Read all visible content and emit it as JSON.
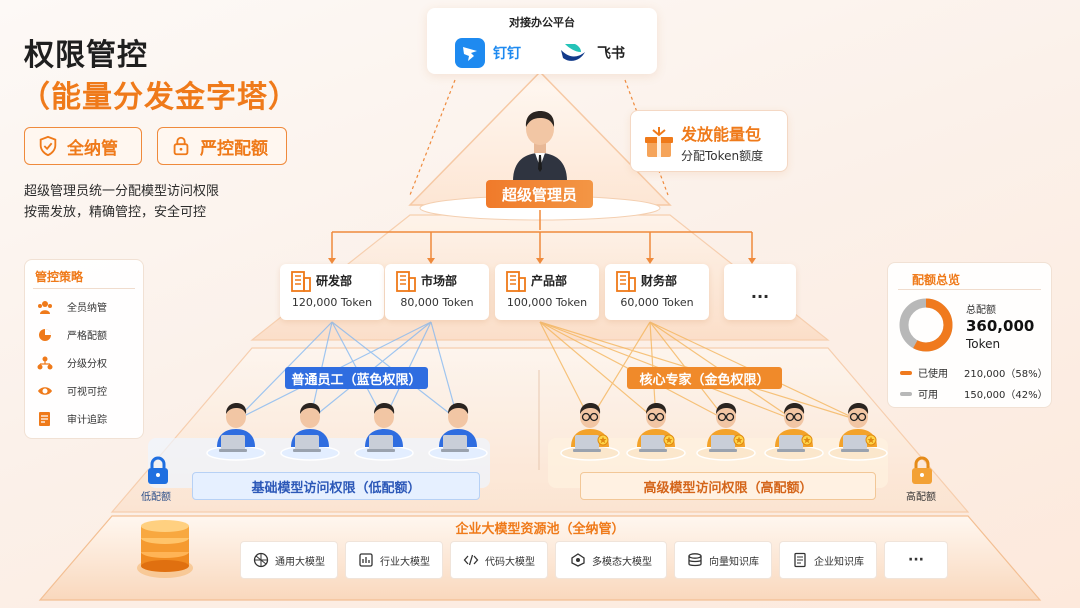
{
  "header": {
    "title": "权限管控",
    "subtitle": "（能量分发金字塔）",
    "tags": [
      "全纳管",
      "严控配额"
    ],
    "desc_lines": [
      "超级管理员统一分配模型访问权限",
      "按需发放，精确管控，安全可控"
    ]
  },
  "platform": {
    "title": "对接办公平台",
    "items": [
      {
        "label": "钉钉",
        "icon": "dingtalk-icon"
      },
      {
        "label": "飞书",
        "icon": "feishu-icon"
      }
    ]
  },
  "admin": {
    "label": "超级管理员",
    "energy_title": "发放能量包",
    "energy_sub": "分配Token额度"
  },
  "departments": [
    {
      "name": "研发部",
      "value": "120,000",
      "unit": "Token"
    },
    {
      "name": "市场部",
      "value": "80,000",
      "unit": "Token"
    },
    {
      "name": "产品部",
      "value": "100,000",
      "unit": "Token"
    },
    {
      "name": "财务部",
      "value": "60,000",
      "unit": "Token"
    },
    {
      "name": "...",
      "value": "",
      "unit": ""
    }
  ],
  "strategy": {
    "title": "管控策略",
    "items": [
      "全员纳管",
      "严格配额",
      "分级分权",
      "可视可控",
      "审计追踪"
    ]
  },
  "quota": {
    "title": "配额总览",
    "total_label": "总配额",
    "total_value": "360,000",
    "total_unit": "Token",
    "used_label": "已使用",
    "used_value": "210,000（58%）",
    "avail_label": "可用",
    "avail_value": "150,000（42%）",
    "used_fraction": 0.58,
    "colors": {
      "used": "#f07a1e",
      "avail": "#b8b8b8"
    }
  },
  "groups": {
    "normal": "普通员工（蓝色权限）",
    "expert": "核心专家（金色权限）",
    "normal_count": 4,
    "expert_count": 5
  },
  "permissions": {
    "basic": "基础模型访问权限（低配额）",
    "advanced": "高级模型访问权限（高配额）",
    "low_lock": "低配额",
    "high_lock": "高配额"
  },
  "pool": {
    "title": "企业大模型资源池（全纳管）",
    "models": [
      "通用大模型",
      "行业大模型",
      "代码大模型",
      "多模态大模型",
      "向量知识库",
      "企业知识库",
      "···"
    ]
  }
}
